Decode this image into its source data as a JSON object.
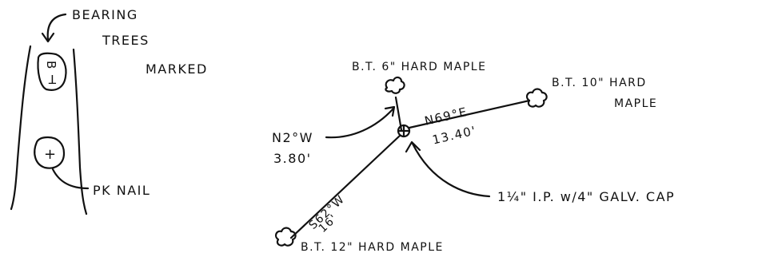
{
  "colors": {
    "ink": "#111111",
    "paper": "#ffffff"
  },
  "legend": {
    "bearing_trees": "BEARING",
    "trees": "TREES",
    "marked": "MARKED",
    "bt_mark_top": "B",
    "bt_mark_bottom": "T",
    "pk_symbol": "+",
    "pk_nail": "PK NAIL"
  },
  "corner": {
    "monument": "1¼\" I.P. w/4\" GALV. CAP"
  },
  "bearing_trees": [
    {
      "label": "B.T. 6\" HARD MAPLE",
      "bearing": "N2°W",
      "distance": "3.80'"
    },
    {
      "label_line1": "B.T. 10\" HARD",
      "label_line2": "MAPLE",
      "bearing": "N69°E",
      "distance": "13.40'"
    },
    {
      "label": "B.T. 12\" HARD MAPLE",
      "bearing": "S62°W",
      "distance": "16'"
    }
  ]
}
